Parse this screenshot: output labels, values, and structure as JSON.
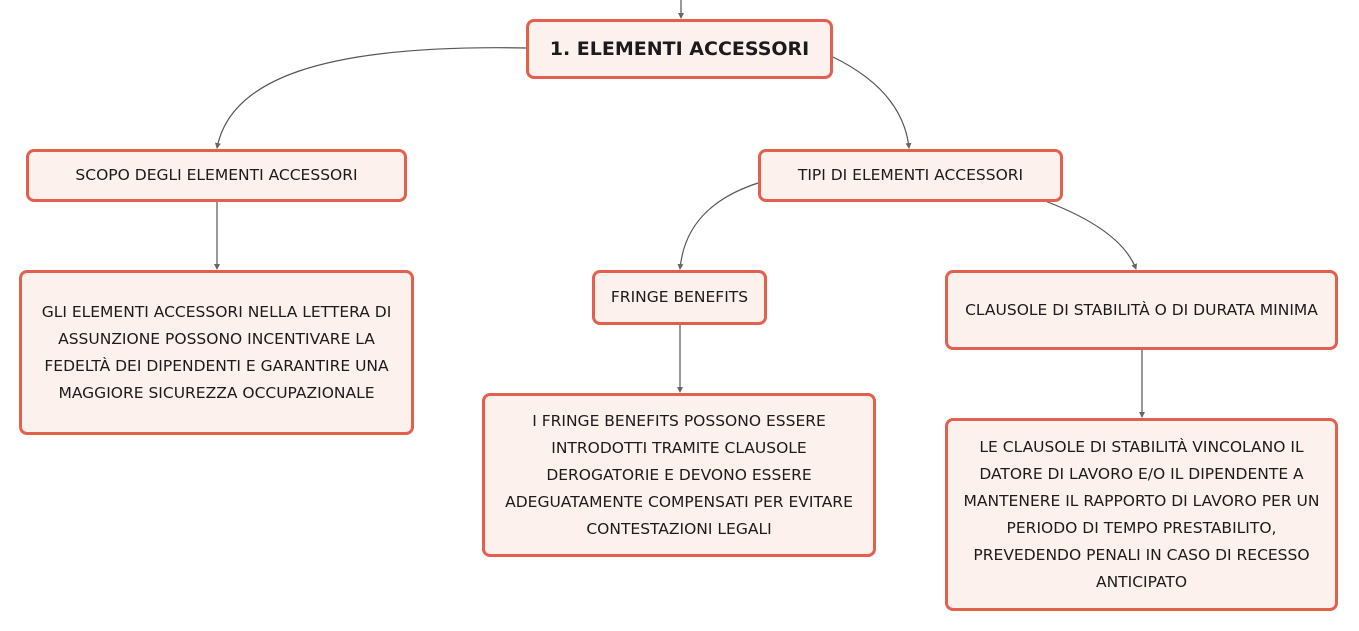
{
  "colors": {
    "node_fill": "#fdf1ed",
    "node_border": "#e4604e",
    "connector": "#555555",
    "text": "#1b1b1b"
  },
  "root": {
    "label": "1. ELEMENTI ACCESSORI"
  },
  "scopo": {
    "label": "SCOPO DEGLI ELEMENTI ACCESSORI",
    "detail": "GLI ELEMENTI ACCESSORI NELLA LETTERA DI ASSUNZIONE POSSONO INCENTIVARE LA FEDELTÀ DEI DIPENDENTI E GARANTIRE UNA MAGGIORE SICUREZZA OCCUPAZIONALE"
  },
  "tipi": {
    "label": "TIPI DI ELEMENTI ACCESSORI",
    "fringe": {
      "label": "FRINGE BENEFITS",
      "detail": "I FRINGE BENEFITS POSSONO ESSERE INTRODOTTI TRAMITE CLAUSOLE DEROGATORIE E DEVONO ESSERE ADEGUATAMENTE COMPENSATI PER EVITARE CONTESTAZIONI LEGALI"
    },
    "clausole": {
      "label": "CLAUSOLE DI STABILITÀ O DI DURATA MINIMA",
      "detail": "LE CLAUSOLE DI STABILITÀ VINCOLANO IL DATORE DI LAVORO E/O IL DIPENDENTE A MANTENERE IL RAPPORTO DI LAVORO PER UN PERIODO DI TEMPO PRESTABILITO, PREVEDENDO PENALI IN CASO DI RECESSO ANTICIPATO"
    }
  }
}
